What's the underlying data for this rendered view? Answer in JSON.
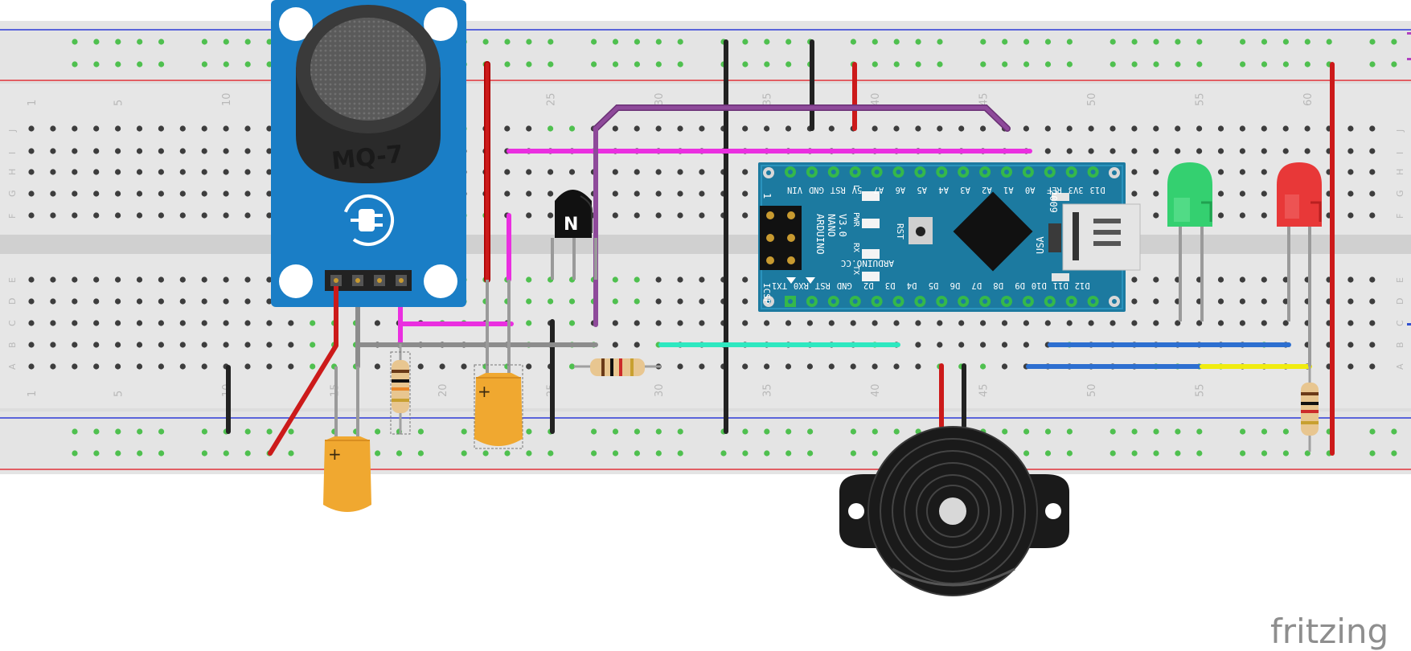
{
  "diagram": {
    "brand": "fritzing",
    "breadboard": {
      "row_labels_top": [
        "J",
        "I",
        "H",
        "G",
        "F"
      ],
      "row_labels_bottom": [
        "E",
        "D",
        "C",
        "B",
        "A"
      ],
      "col_numbers": [
        "1",
        "5",
        "10",
        "15",
        "20",
        "25",
        "30",
        "35",
        "40",
        "45",
        "50",
        "55",
        "60"
      ]
    },
    "sensor": {
      "label": "MQ-7"
    },
    "transistor": {
      "label": "N"
    },
    "arduino": {
      "board_name": [
        "ARDUINO",
        "NANO",
        "V3.0"
      ],
      "maker": "ARDUINO.CC",
      "year": "2009",
      "origin": "USA",
      "icsp_label": "ICSP",
      "icsp_pin1": "1",
      "top_pins": [
        "VIN",
        "GND",
        "RST",
        "5V",
        "A7",
        "A6",
        "A5",
        "A4",
        "A3",
        "A2",
        "A1",
        "A0",
        "REF",
        "3V3",
        "D13"
      ],
      "bottom_pins": [
        "TX1",
        "RX0",
        "RST",
        "GND",
        "D2",
        "D3",
        "D4",
        "D5",
        "D6",
        "D7",
        "D8",
        "D9",
        "D10",
        "D11",
        "D12"
      ],
      "leds": [
        "L",
        "PWR",
        "RX",
        "TX"
      ],
      "reset_label": "RST"
    },
    "colors": {
      "breadboard": "#e4e4e4",
      "hole": "#3d3d3d",
      "hole_connected": "#4fc04f",
      "rail_blue": "#2c39d6",
      "rail_red": "#e0333a",
      "sensor_board": "#1a7ec6",
      "nano_board": "#1c7aa0",
      "wire_red": "#cc1a1a",
      "wire_black": "#222222",
      "wire_magenta": "#ea2fe0",
      "wire_purple": "#8e4a9a",
      "wire_gray": "#8c8c8c",
      "wire_cyan": "#2ee8c0",
      "wire_blue": "#2d6fd0",
      "wire_yellow": "#f0ec10",
      "capacitor": "#f0a830",
      "led_green": "#34d070",
      "led_red": "#e83838",
      "buzzer": "#1a1a1a"
    }
  }
}
